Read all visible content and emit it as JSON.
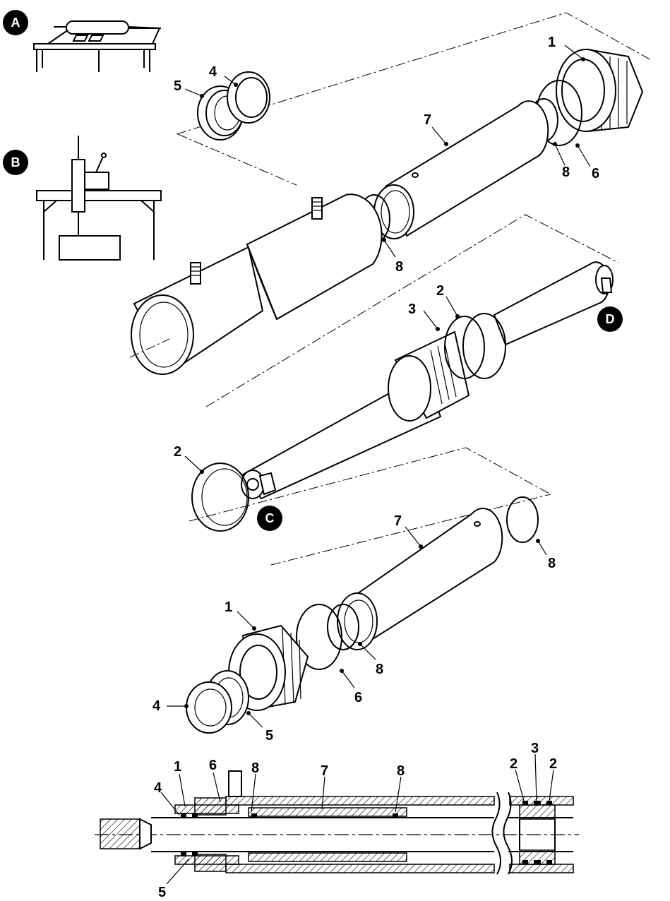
{
  "inset_badges": [
    "A",
    "B"
  ],
  "detail_badges": [
    "C",
    "D"
  ],
  "callouts": {
    "upper_head": {
      "gland_nut": "1",
      "wiper": "4",
      "seal_5": "5",
      "backup_ring": "6",
      "tube": "7",
      "oring_8_right": "8",
      "oring_8_left": "8"
    },
    "piston": {
      "piston_ring": "2",
      "seal_3": "3",
      "oring_2_left": "2"
    },
    "lower_assembly": {
      "tube": "7",
      "oring_8_top": "8",
      "gland_nut": "1",
      "oring_8_mid": "8",
      "backup_ring": "6",
      "wiper": "4",
      "seal_5": "5"
    },
    "section": [
      "1",
      "6",
      "8",
      "7",
      "8",
      "4",
      "5",
      "2",
      "3",
      "2"
    ]
  }
}
